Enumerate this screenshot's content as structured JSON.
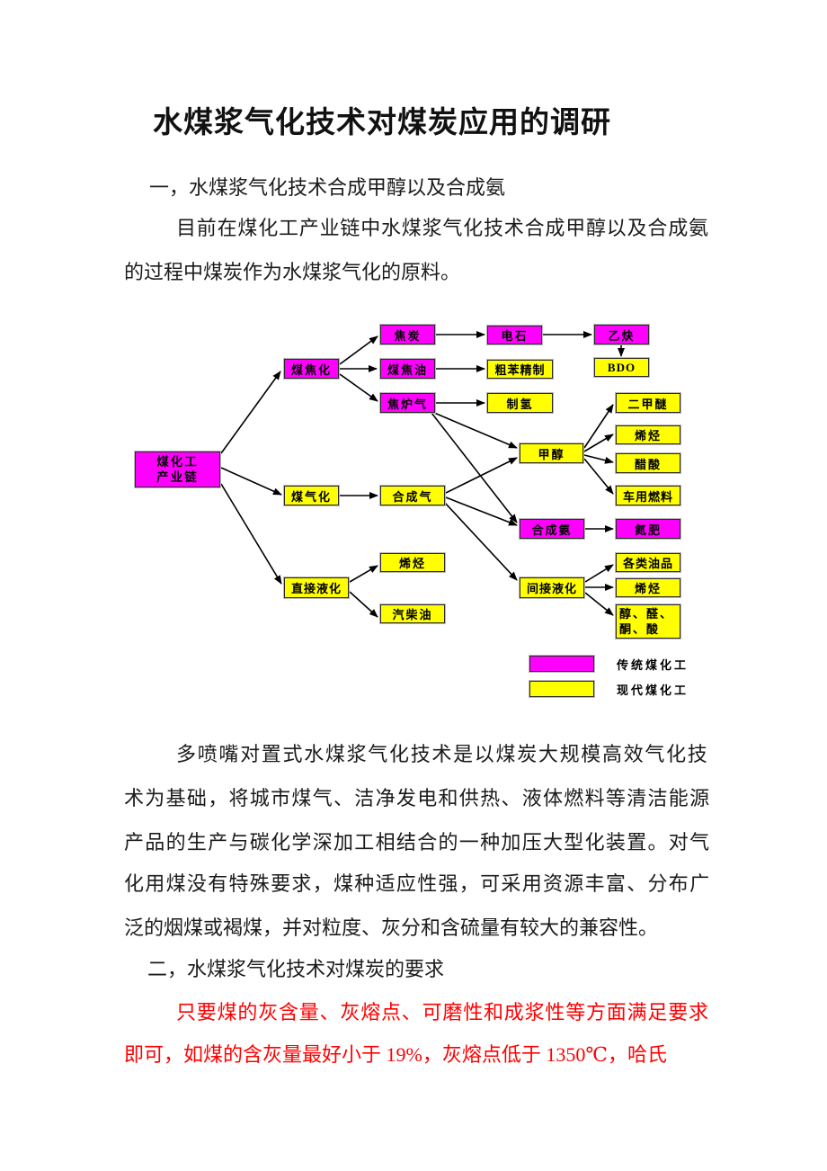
{
  "title": "水煤浆气化技术对煤炭应用的调研",
  "section1": {
    "heading": "一，水煤浆气化技术合成甲醇以及合成氨",
    "paragraph_lines": [
      "目前在煤化工产业链中水煤浆气化技术合成甲醇以及合成氨",
      "的过程中煤炭作为水煤浆气化的原料。"
    ]
  },
  "paragraph2_lines": [
    "多喷嘴对置式水煤浆气化技术是以煤炭大规模高效气化技",
    "术为基础，将城市煤气、洁净发电和供热、液体燃料等清洁能源",
    "产品的生产与碳化学深加工相结合的一种加压大型化装置。对气",
    "化用煤没有特殊要求，煤种适应性强，可采用资源丰富、分布广",
    "泛的烟煤或褐煤，并对粒度、灰分和含硫量有较大的兼容性。"
  ],
  "section2": {
    "heading": "二，水煤浆气化技术对煤炭的要求",
    "red_lines": [
      "只要煤的灰含量、灰熔点、可磨性和成浆性等方面满足要求",
      "即可，如煤的含灰量最好小于 19%，灰熔点低于 1350℃，哈氏"
    ]
  },
  "diagram": {
    "colors": {
      "traditional_magenta": "#FF00FF",
      "modern_yellow": "#FFFF00",
      "arrow_black": "#000000",
      "red_text": "#FF0000"
    },
    "nodes": {
      "root_line1": "煤化工",
      "root_line2": "产业链",
      "coking": "煤焦化",
      "coke": "焦炭",
      "carbide": "电石",
      "acetylene": "乙炔",
      "coal_tar": "煤焦油",
      "crude_benzene": "粗苯精制",
      "bdo": "BDO",
      "coke_oven_gas": "焦炉气",
      "hydrogen": "制氢",
      "gasification": "煤气化",
      "syngas": "合成气",
      "methanol": "甲醇",
      "dme": "二甲醚",
      "olefin_methanol": "烯烃",
      "acetic_acid": "醋酸",
      "vehicle_fuel": "车用燃料",
      "syn_ammonia": "合成氨",
      "nitrogen_fertilizer": "氮肥",
      "direct_liq": "直接液化",
      "olefin_direct": "烯烃",
      "gas_diesel": "汽柴油",
      "indirect_liq": "间接液化",
      "oils": "各类油品",
      "olefin_indirect": "烯烃",
      "alde_line1": "醇、醛、",
      "alde_line2": "酮、酸"
    },
    "legend": {
      "traditional_label": "传统煤化工",
      "modern_label": "现代煤化工"
    }
  }
}
